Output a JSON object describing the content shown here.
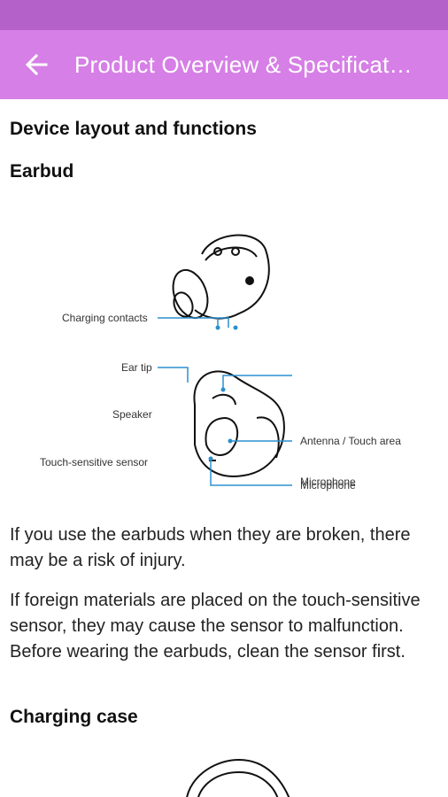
{
  "appbar": {
    "title": "Product Overview & Specificat…",
    "back_icon": "arrow-left-icon",
    "color": "#d67fe6",
    "status_color": "#b462c9"
  },
  "content": {
    "heading_layout": "Device layout and functions",
    "heading_earbud": "Earbud",
    "diagram_labels": {
      "charging_contacts": "Charging contacts",
      "ear_tip": "Ear tip",
      "speaker": "Speaker",
      "touch_sensor": "Touch-sensitive sensor",
      "microphone_top": "Microphone",
      "antenna": "Antenna / Touch area",
      "microphone_bottom": "Microphone"
    },
    "para1": "If you use the earbuds when they are broken, there may be a risk of injury.",
    "para2": "If foreign materials are placed on the touch-sensitive sensor, they may cause the sensor to malfunction. Before wearing the earbuds, clean the sensor first.",
    "heading_case": "Charging case"
  }
}
